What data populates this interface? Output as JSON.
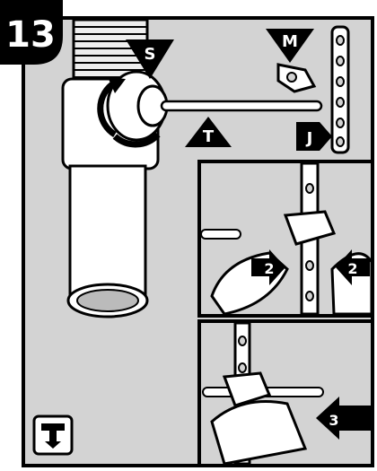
{
  "step": {
    "number": "13"
  },
  "callouts": {
    "s": "S",
    "m": "M",
    "t": "T",
    "j": "J",
    "left_push": "2",
    "right_push": "2",
    "slide": "3"
  },
  "icons": {
    "rotate": "rotate-arrow-icon",
    "faucet": "faucet-symbol-icon"
  },
  "colors": {
    "background": "#d3d3d3",
    "ink": "#000000",
    "paper": "#ffffff"
  }
}
